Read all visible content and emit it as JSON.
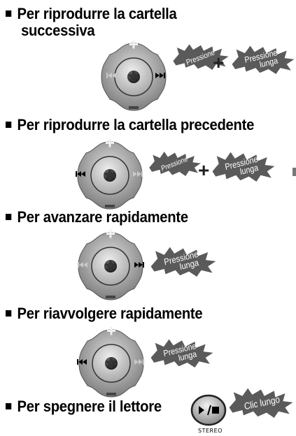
{
  "sections": [
    {
      "title_line1": "Per riprodurre la cartella",
      "title_line2": "successiva",
      "burst1": "Pressione",
      "burst2_line1": "Pressione",
      "burst2_line2": "lunga"
    },
    {
      "title": "Per riprodurre la cartella precedente",
      "burst1": "Pressione",
      "burst2_line1": "Pressione",
      "burst2_line2": "lunga"
    },
    {
      "title": "Per avanzare rapidamente",
      "burst_line1": "Pressione",
      "burst_line2": "lunga"
    },
    {
      "title": "Per riavvolgere rapidamente",
      "burst_line1": "Pressione",
      "burst_line2": "lunga"
    },
    {
      "title": "Per spegnere il lettore",
      "burst": "Clic lungo",
      "stereo_label": "STEREO"
    }
  ],
  "plus_sign": "+",
  "colors": {
    "wheel_outer": "#7f7f7f",
    "wheel_inner": "#c4c4c4",
    "burst_fill": "#5a5a5a",
    "active_arrow": "#000000",
    "dim_arrow": "#c8c8c8"
  },
  "icons": [
    "previous-track-icon",
    "next-track-icon",
    "play-stop-icon",
    "plus-icon",
    "minus-icon"
  ]
}
